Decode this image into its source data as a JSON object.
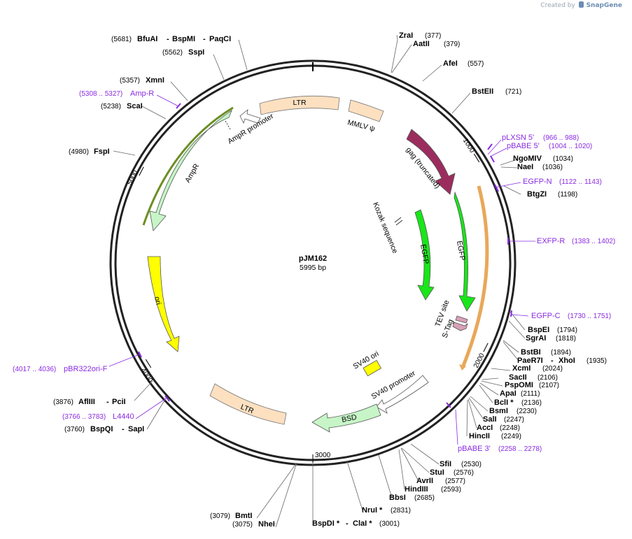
{
  "header": {
    "credit_prefix": "Created by",
    "credit_brand": "SnapGene"
  },
  "plasmid": {
    "name": "pJM162",
    "length": "5995 bp"
  },
  "ticks": [
    "1000",
    "2000",
    "3000",
    "4000",
    "5000"
  ],
  "features": {
    "ltr_top": "LTR",
    "mmlv": "MMLV ψ",
    "gag": "gag (truncated)",
    "kozak": "Kozak sequence",
    "egfp_inner": "EGFP",
    "egfp_outer": "EGFP",
    "tev": "TEV site",
    "stag": "S-Tag",
    "ampr_promoter": "AmpR promoter",
    "ampr": "AmpR",
    "ori": "ori",
    "sv40_ori": "SV40 ori",
    "sv40_promoter": "SV40 promoter",
    "bsd": "BSD",
    "ltr_bottom": "LTR"
  },
  "enzymes": [
    {
      "key": "zrai",
      "name": "ZraI",
      "pos": "(377)"
    },
    {
      "key": "aatii",
      "name": "AatII",
      "pos": "(379)"
    },
    {
      "key": "afei",
      "name": "AfeI",
      "pos": "(557)"
    },
    {
      "key": "bsteii",
      "name": "BstEII",
      "pos": "(721)"
    },
    {
      "key": "ngomiv",
      "name": "NgoMIV",
      "pos": "(1034)"
    },
    {
      "key": "naei",
      "name": "NaeI",
      "pos": "(1036)"
    },
    {
      "key": "btgzi",
      "name": "BtgZI",
      "pos": "(1198)"
    },
    {
      "key": "bspei",
      "name": "BspEI",
      "pos": "(1794)"
    },
    {
      "key": "sgrai",
      "name": "SgrAI",
      "pos": "(1818)"
    },
    {
      "key": "bstbi",
      "name": "BstBI",
      "pos": "(1894)"
    },
    {
      "key": "paer7i",
      "name": "PaeR7I",
      "pos": ""
    },
    {
      "key": "xhoi",
      "name": "XhoI",
      "pos": "(1935)"
    },
    {
      "key": "xcmi",
      "name": "XcmI",
      "pos": "(2024)"
    },
    {
      "key": "sacii",
      "name": "SacII",
      "pos": "(2106)"
    },
    {
      "key": "pspomi",
      "name": "PspOMI",
      "pos": "(2107)"
    },
    {
      "key": "apai",
      "name": "ApaI",
      "pos": "(2111)"
    },
    {
      "key": "bcli",
      "name": "BclI *",
      "pos": "(2136)"
    },
    {
      "key": "bsmi",
      "name": "BsmI",
      "pos": "(2230)"
    },
    {
      "key": "sali",
      "name": "SalI",
      "pos": "(2247)"
    },
    {
      "key": "acci",
      "name": "AccI",
      "pos": "(2248)"
    },
    {
      "key": "hincii",
      "name": "HincII",
      "pos": "(2249)"
    },
    {
      "key": "sfii",
      "name": "SfiI",
      "pos": "(2530)"
    },
    {
      "key": "stui",
      "name": "StuI",
      "pos": "(2576)"
    },
    {
      "key": "avrii",
      "name": "AvrII",
      "pos": "(2577)"
    },
    {
      "key": "hindiii",
      "name": "HindIII",
      "pos": "(2593)"
    },
    {
      "key": "bbsi",
      "name": "BbsI",
      "pos": "(2685)"
    },
    {
      "key": "nrui",
      "name": "NruI *",
      "pos": "(2831)"
    },
    {
      "key": "bspdi",
      "name": "BspDI *",
      "pos": ""
    },
    {
      "key": "clai",
      "name": "ClaI *",
      "pos": "(3001)"
    },
    {
      "key": "bmti",
      "name": "BmtI",
      "pos": "(3079)"
    },
    {
      "key": "nhei",
      "name": "NheI",
      "pos": "(3075)"
    },
    {
      "key": "bspqi",
      "name": "BspQI",
      "pos": "(3760)"
    },
    {
      "key": "sapi",
      "name": "SapI",
      "pos": ""
    },
    {
      "key": "afliii",
      "name": "AflIII",
      "pos": "(3876)"
    },
    {
      "key": "pcii",
      "name": "PciI",
      "pos": ""
    },
    {
      "key": "fspi",
      "name": "FspI",
      "pos": "(4980)"
    },
    {
      "key": "scai",
      "name": "ScaI",
      "pos": "(5238)"
    },
    {
      "key": "xmni",
      "name": "XmnI",
      "pos": "(5357)"
    },
    {
      "key": "sspi",
      "name": "SspI",
      "pos": "(5562)"
    },
    {
      "key": "bfuai",
      "name": "BfuAI",
      "pos": "(5681)"
    },
    {
      "key": "bspmi",
      "name": "BspMI",
      "pos": ""
    },
    {
      "key": "paqci",
      "name": "PaqCI",
      "pos": ""
    }
  ],
  "primers": [
    {
      "key": "plxsn5",
      "name": "pLXSN 5'",
      "pos": "(966 .. 988)"
    },
    {
      "key": "pbabe5",
      "name": "pBABE 5'",
      "pos": "(1004 .. 1020)"
    },
    {
      "key": "egfpn",
      "name": "EGFP-N",
      "pos": "(1122 .. 1143)"
    },
    {
      "key": "exfpr",
      "name": "EXFP-R",
      "pos": "(1383 .. 1402)"
    },
    {
      "key": "egfpc",
      "name": "EGFP-C",
      "pos": "(1730 .. 1751)"
    },
    {
      "key": "pbabe3",
      "name": "pBABE 3'",
      "pos": "(2258 .. 2278)"
    },
    {
      "key": "l4440",
      "name": "L4440",
      "pos": "(3766 .. 3783)"
    },
    {
      "key": "pbr322",
      "name": "pBR322ori-F",
      "pos": "(4017 .. 4036)"
    },
    {
      "key": "ampr",
      "name": "Amp-R",
      "pos": "(5308 .. 5327)"
    }
  ],
  "colors": {
    "ltr": "#fde0c0",
    "gag": "#9b2d5e",
    "egfp": "#19e619",
    "ampr": "#c7f5c7",
    "ori": "#ffff00",
    "bsd": "#c7f5c7",
    "tag": "#d9a0b8",
    "primer": "#8a2be2",
    "orange": "#e8a85a",
    "darkgreen": "#6b8e23"
  }
}
